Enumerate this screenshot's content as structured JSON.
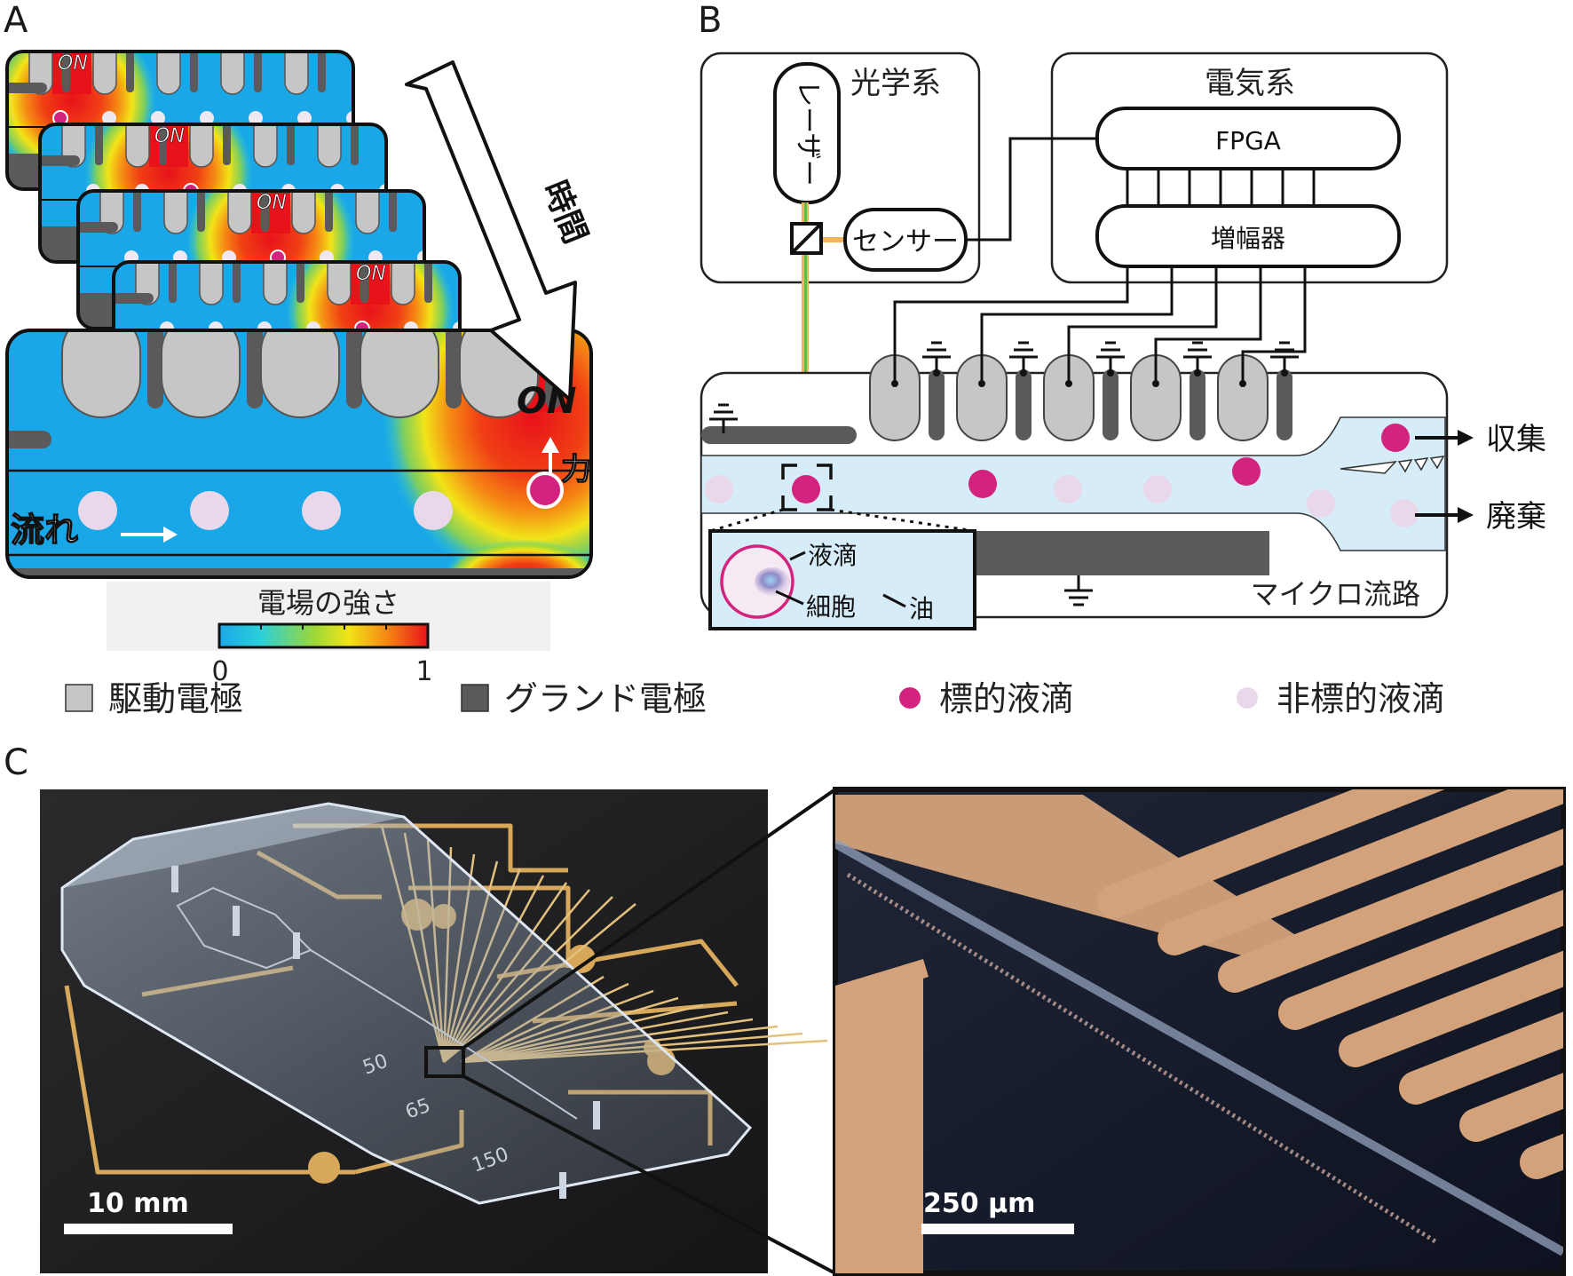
{
  "panels": {
    "a": "A",
    "b": "B",
    "c": "C"
  },
  "panel_a": {
    "on": "ON",
    "time": "時間",
    "force": "力",
    "flow": "流れ",
    "colorbar_title": "電場の強さ",
    "colorbar_min": "0",
    "colorbar_max": "1",
    "colorbar_colors": [
      "#1aa7e8",
      "#2ad0d8",
      "#9ad83a",
      "#f2e418",
      "#f58a14",
      "#e8121a"
    ]
  },
  "panel_b": {
    "optics": "光学系",
    "laser": "レーザー",
    "sensor": "センサー",
    "electronics": "電気系",
    "fpga": "FPGA",
    "amplifier": "増幅器",
    "collect": "収集",
    "waste": "廃棄",
    "microchannel": "マイクロ流路",
    "droplet": "液滴",
    "cell": "細胞",
    "oil": "油"
  },
  "legend": [
    {
      "label": "駆動電極",
      "color": "#c6c6c6",
      "shape": "square"
    },
    {
      "label": "グランド電極",
      "color": "#5a5a5a",
      "shape": "square"
    },
    {
      "label": "標的液滴",
      "color": "#d4237e",
      "shape": "circle"
    },
    {
      "label": "非標的液滴",
      "color": "#e8d8ea",
      "shape": "circle"
    }
  ],
  "panel_c": {
    "scale_left": "10 mm",
    "scale_right": "250 µm",
    "chip_marks": [
      "50",
      "65",
      "150"
    ]
  },
  "colors": {
    "drive_electrode": "#c6c6c6",
    "ground_electrode": "#5a5a5a",
    "target_droplet": "#d4237e",
    "nontarget_droplet": "#e8d8ea",
    "channel_fill": "#d6ecf8",
    "gold": "#d7a85a"
  }
}
